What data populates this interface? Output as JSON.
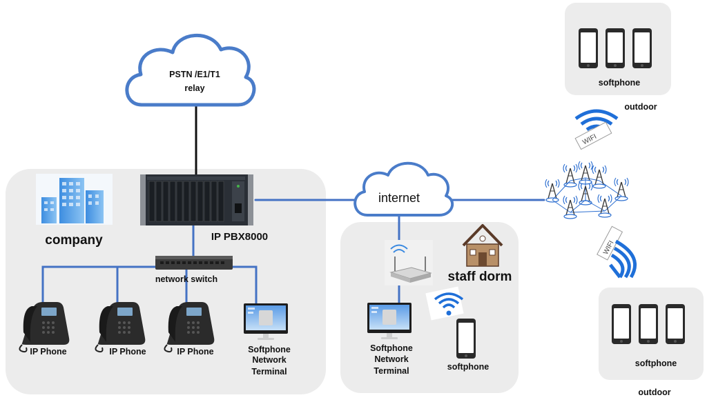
{
  "nodes": {
    "cloud_pstn": {
      "line1": "PSTN /E1/T1",
      "line2": "relay"
    },
    "cloud_internet": {
      "label": "internet"
    },
    "company": {
      "label": "company"
    },
    "ip_pbx": {
      "label": "IP PBX8000"
    },
    "network_switch": {
      "label": "network switch"
    },
    "ip_phones": [
      {
        "label": "IP Phone"
      },
      {
        "label": "IP Phone"
      },
      {
        "label": "IP Phone"
      }
    ],
    "softphone_terminal_company": {
      "line1": "Softphone",
      "line2": "Network",
      "line3": "Terminal"
    },
    "staff_dorm": {
      "label": "staff dorm"
    },
    "softphone_terminal_dorm": {
      "line1": "Softphone",
      "line2": "Network",
      "line3": "Terminal"
    },
    "dorm_softphone": {
      "label": "softphone"
    },
    "outdoor_top": {
      "softphone_label": "softphone",
      "outdoor_label": "outdoor"
    },
    "outdoor_bottom": {
      "softphone_label": "softphone",
      "outdoor_label": "outdoor"
    },
    "wifi_sign_text": "WIFI"
  },
  "colors": {
    "link_blue": "#4472c4",
    "cloud_stroke": "#4a7cc9",
    "group_fill": "#ececec",
    "pstn_link": "#111111",
    "wifi_blue": "#1f6fd8"
  },
  "icons": [
    "cloud-icon",
    "building-icon",
    "pbx-icon",
    "switch-icon",
    "ip-phone-icon",
    "monitor-icon",
    "router-icon",
    "house-icon",
    "smartphone-icon",
    "wifi-icon",
    "cell-tower-icon"
  ]
}
